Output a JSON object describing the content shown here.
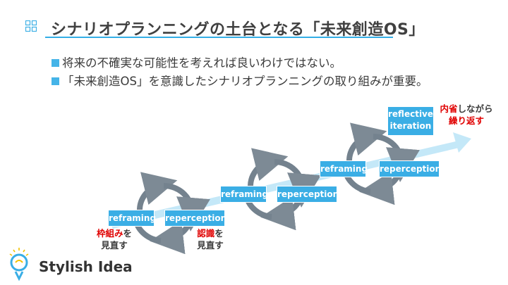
{
  "title": "シナリオプランニングの土台となる「未来創造OS」",
  "bullets": [
    "将来の不確実な可能性を考えれば良いわけではない。",
    "「未来創造OS」を意識したシナリオプランニングの取り組みが重要。"
  ],
  "cycles": [
    {
      "reframing": "reframing",
      "reperception": "reperception"
    },
    {
      "reframing": "reframing",
      "reperception": "reperception"
    },
    {
      "reframing": "reframing",
      "reperception": "reperception"
    }
  ],
  "reflective_label": "reflective iteration",
  "notes": {
    "left": {
      "red": "枠組み",
      "rest": "を",
      "line2": "見直す"
    },
    "middle": {
      "red": "認識",
      "rest": "を",
      "line2": "見直す"
    },
    "right": {
      "red": "内省",
      "rest": "しながら",
      "line2": "繰り返す"
    }
  },
  "logo": {
    "text": "Stylish Idea"
  },
  "colors": {
    "accent": "#33aee6",
    "arrow": "#bfe6f7",
    "cycle_arrow": "#6e7c88",
    "highlight": "#e00000"
  }
}
